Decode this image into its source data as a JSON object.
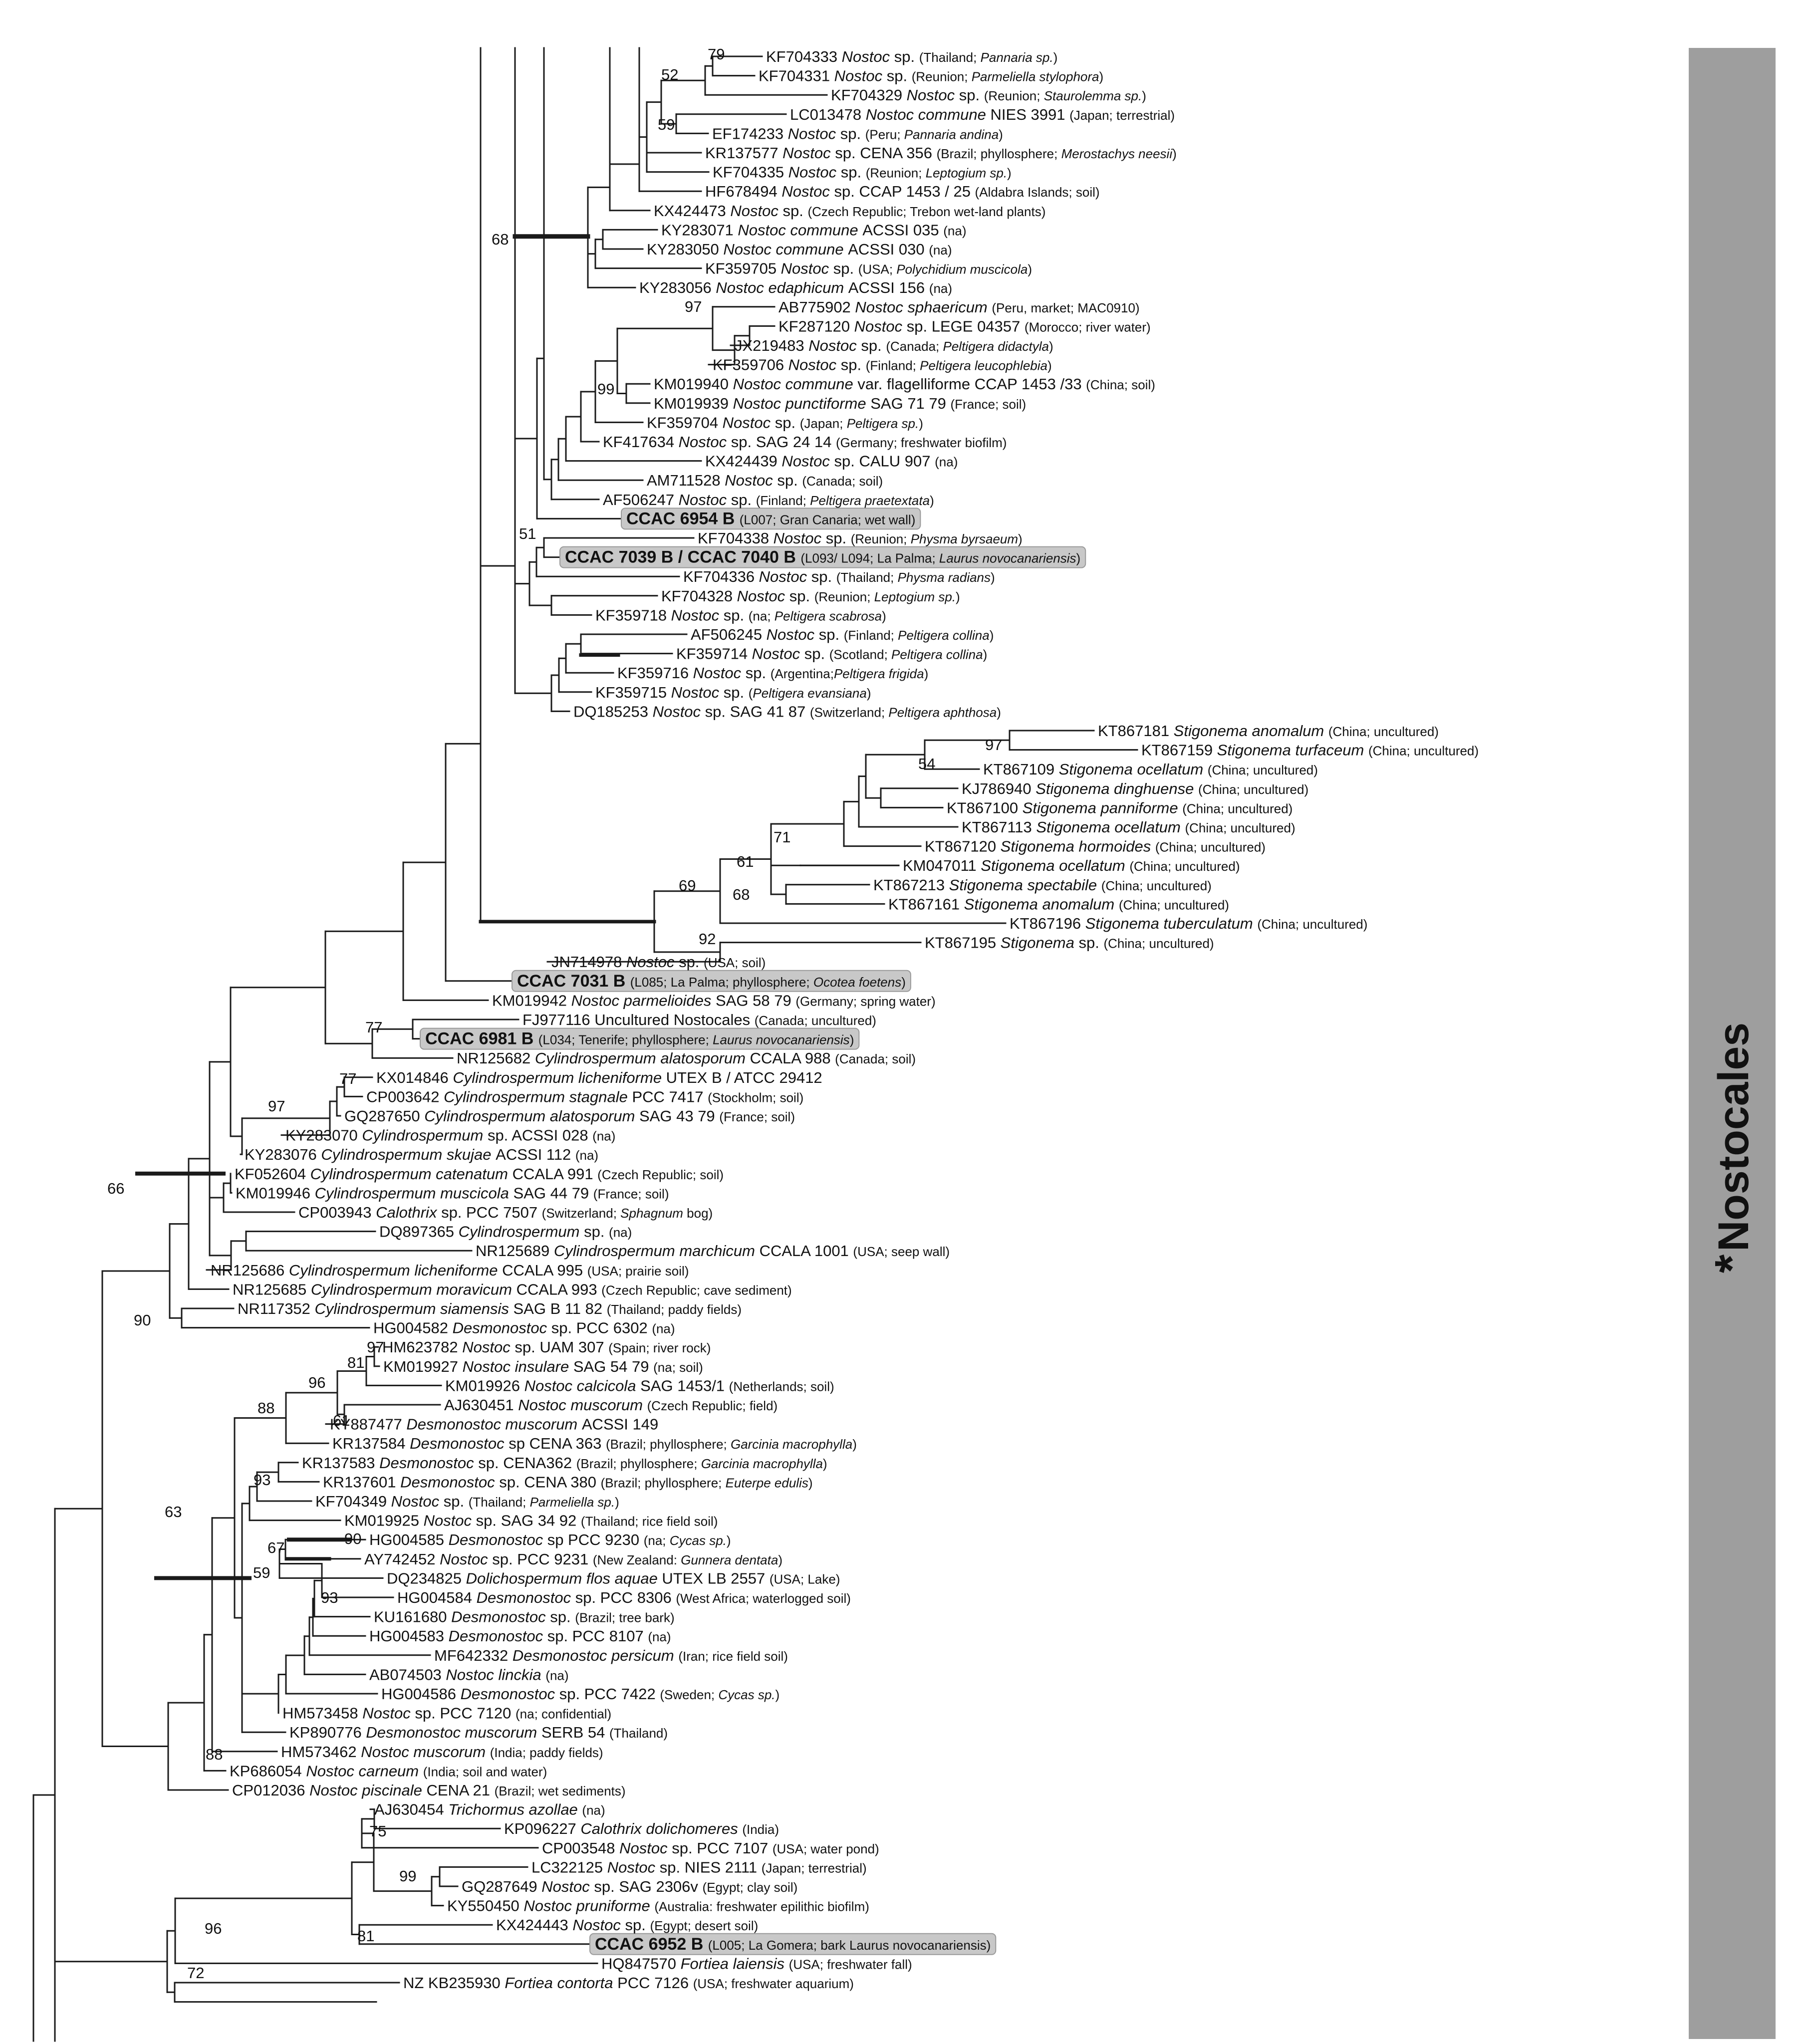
{
  "clade": {
    "marker": "*",
    "label": "Nostocales"
  },
  "tree": {
    "leaves": [
      {
        "acc": "KF704333",
        "genus": "Nostoc",
        "epithet": "sp.",
        "loc": "(Thailand; ",
        "host": "Pannaria sp.",
        "close": ")"
      },
      {
        "acc": "KF704331",
        "genus": "Nostoc",
        "epithet": "sp.",
        "loc": "(Reunion; ",
        "host": "Parmeliella stylophora",
        "close": ")"
      },
      {
        "acc": "KF704329",
        "genus": "Nostoc",
        "epithet": "sp.",
        "loc": "(Reunion; ",
        "host": "Staurolemma sp.",
        "close": ")"
      },
      {
        "acc": "LC013478",
        "genus": "Nostoc commune",
        "epithet": "NIES 3991",
        "loc": "(Japan; terrestrial)",
        "host": "",
        "close": ""
      },
      {
        "acc": "EF174233",
        "genus": "Nostoc",
        "epithet": "sp.",
        "loc": "(Peru; ",
        "host": "Pannaria andina",
        "close": ")"
      },
      {
        "acc": "KR137577",
        "genus": "Nostoc",
        "epithet": "sp. CENA 356",
        "loc": "(Brazil; phyllosphere; ",
        "host": "Merostachys neesii",
        "close": ")"
      },
      {
        "acc": "KF704335",
        "genus": "Nostoc",
        "epithet": "sp.",
        "loc": "(Reunion; ",
        "host": "Leptogium sp.",
        "close": ")"
      },
      {
        "acc": "HF678494",
        "genus": "Nostoc",
        "epithet": "sp. CCAP 1453 / 25",
        "loc": "(Aldabra Islands; soil)",
        "host": "",
        "close": ""
      },
      {
        "acc": "KX424473",
        "genus": "Nostoc",
        "epithet": "sp.",
        "loc": "(Czech Republic; Trebon wet-land plants)",
        "host": "",
        "close": ""
      },
      {
        "acc": "KY283071",
        "genus": "Nostoc commune",
        "epithet": "ACSSI 035",
        "loc": "(na)",
        "host": "",
        "close": ""
      },
      {
        "acc": "KY283050",
        "genus": "Nostoc commune",
        "epithet": "ACSSI 030",
        "loc": "(na)",
        "host": "",
        "close": ""
      },
      {
        "acc": "KF359705",
        "genus": "Nostoc",
        "epithet": "sp.",
        "loc": "(USA; ",
        "host": "Polychidium muscicola",
        "close": ")"
      },
      {
        "acc": "KY283056",
        "genus": "Nostoc edaphicum",
        "epithet": "ACSSI 156",
        "loc": "(na)",
        "host": "",
        "close": ""
      },
      {
        "acc": "AB775902",
        "genus": "Nostoc sphaericum",
        "epithet": "",
        "loc": "(Peru, market; MAC0910)",
        "host": "",
        "close": ""
      },
      {
        "acc": "KF287120",
        "genus": "Nostoc",
        "epithet": "sp. LEGE 04357",
        "loc": "(Morocco; river water)",
        "host": "",
        "close": ""
      },
      {
        "acc": "JX219483",
        "genus": "Nostoc",
        "epithet": "sp.",
        "loc": "(Canada; ",
        "host": "Peltigera didactyla",
        "close": ")"
      },
      {
        "acc": "KF359706",
        "genus": "Nostoc",
        "epithet": "sp.",
        "loc": "(Finland; ",
        "host": "Peltigera leucophlebia",
        "close": ")"
      },
      {
        "acc": "KM019940",
        "genus": "Nostoc commune",
        "epithet": "var. flagelliforme CCAP 1453 /33",
        "loc": "(China; soil)",
        "host": "",
        "close": ""
      },
      {
        "acc": "KM019939",
        "genus": "Nostoc punctiforme",
        "epithet": "SAG 71 79",
        "loc": "(France; soil)",
        "host": "",
        "close": ""
      },
      {
        "acc": "KF359704",
        "genus": "Nostoc",
        "epithet": "sp.",
        "loc": "(Japan; ",
        "host": "Peltigera sp.",
        "close": ")"
      },
      {
        "acc": "KF417634",
        "genus": "Nostoc",
        "epithet": "sp. SAG 24 14",
        "loc": "(Germany; freshwater biofilm)",
        "host": "",
        "close": ""
      },
      {
        "acc": "KX424439",
        "genus": "Nostoc",
        "epithet": "sp. CALU 907",
        "loc": "(na)",
        "host": "",
        "close": ""
      },
      {
        "acc": "AM711528",
        "genus": "Nostoc",
        "epithet": "sp.",
        "loc": "(Canada; soil)",
        "host": "",
        "close": ""
      },
      {
        "acc": "AF506247",
        "genus": "Nostoc",
        "epithet": "sp.",
        "loc": "(Finland; ",
        "host": "Peltigera praetextata",
        "close": ")"
      },
      {
        "hl": "CCAC 6954 B",
        "loc": "(L007; Gran Canaria; wet wall)"
      },
      {
        "acc": "KF704338",
        "genus": "Nostoc",
        "epithet": "sp.",
        "loc": "(Reunion; ",
        "host": "Physma byrsaeum",
        "close": ")"
      },
      {
        "hl": "CCAC 7039 B / CCAC 7040 B",
        "loc": "(L093/ L094; La Palma; ",
        "host": "Laurus novocanariensis",
        "close": ")"
      },
      {
        "acc": "KF704336",
        "genus": "Nostoc",
        "epithet": "sp.",
        "loc": "(Thailand; ",
        "host": "Physma radians",
        "close": ")"
      },
      {
        "acc": "KF704328",
        "genus": "Nostoc",
        "epithet": "sp.",
        "loc": "(Reunion; ",
        "host": "Leptogium sp.",
        "close": ")"
      },
      {
        "acc": "KF359718",
        "genus": "Nostoc",
        "epithet": "sp.",
        "loc": "(na; ",
        "host": "Peltigera scabrosa",
        "close": ")"
      },
      {
        "acc": "AF506245",
        "genus": "Nostoc",
        "epithet": "sp.",
        "loc": "(Finland; ",
        "host": "Peltigera collina",
        "close": ")"
      },
      {
        "acc": "KF359714",
        "genus": "Nostoc",
        "epithet": "sp.",
        "loc": "(Scotland; ",
        "host": "Peltigera collina",
        "close": ")"
      },
      {
        "acc": "KF359716",
        "genus": "Nostoc",
        "epithet": "sp.",
        "loc": "(Argentina;",
        "host": "Peltigera frigida",
        "close": ")"
      },
      {
        "acc": "KF359715",
        "genus": "Nostoc",
        "epithet": "sp.",
        "loc": "(",
        "host": "Peltigera evansiana",
        "close": ")"
      },
      {
        "acc": "DQ185253",
        "genus": "Nostoc",
        "epithet": "sp. SAG 41 87",
        "loc": "(Switzerland; ",
        "host": "Peltigera aphthosa",
        "close": ")"
      },
      {
        "acc": "KT867181",
        "genus": "Stigonema anomalum",
        "epithet": "",
        "loc": "(China; uncultured)",
        "host": "",
        "close": ""
      },
      {
        "acc": "KT867159",
        "genus": "Stigonema turfaceum",
        "epithet": "",
        "loc": "(China; uncultured)",
        "host": "",
        "close": ""
      },
      {
        "acc": "KT867109",
        "genus": "Stigonema ocellatum",
        "epithet": "",
        "loc": "(China; uncultured)",
        "host": "",
        "close": ""
      },
      {
        "acc": "KJ786940",
        "genus": "Stigonema dinghuense",
        "epithet": "",
        "loc": "(China; uncultured)",
        "host": "",
        "close": ""
      },
      {
        "acc": "KT867100",
        "genus": "Stigonema panniforme",
        "epithet": "",
        "loc": "(China; uncultured)",
        "host": "",
        "close": ""
      },
      {
        "acc": "KT867113",
        "genus": "Stigonema ocellatum",
        "epithet": "",
        "loc": "(China; uncultured)",
        "host": "",
        "close": ""
      },
      {
        "acc": "KT867120",
        "genus": "Stigonema hormoides",
        "epithet": "",
        "loc": "(China; uncultured)",
        "host": "",
        "close": ""
      },
      {
        "acc": "KM047011",
        "genus": "Stigonema ocellatum",
        "epithet": "",
        "loc": "(China; uncultured)",
        "host": "",
        "close": ""
      },
      {
        "acc": "KT867213",
        "genus": "Stigonema spectabile",
        "epithet": "",
        "loc": "(China; uncultured)",
        "host": "",
        "close": ""
      },
      {
        "acc": "KT867161",
        "genus": "Stigonema anomalum",
        "epithet": "",
        "loc": "(China; uncultured)",
        "host": "",
        "close": ""
      },
      {
        "acc": "KT867196",
        "genus": "Stigonema tuberculatum",
        "epithet": "",
        "loc": "(China; uncultured)",
        "host": "",
        "close": ""
      },
      {
        "acc": "KT867195",
        "genus": "Stigonema",
        "epithet": "sp.",
        "loc": "(China; uncultured)",
        "host": "",
        "close": ""
      },
      {
        "acc": "JN714978",
        "genus": "Nostoc",
        "epithet": "sp.",
        "loc": "(USA; soil)",
        "host": "",
        "close": ""
      },
      {
        "hl": "CCAC 7031 B",
        "loc": "(L085; La Palma; phyllosphere; ",
        "host": "Ocotea foetens",
        "close": ")"
      },
      {
        "acc": "KM019942",
        "genus": "Nostoc parmelioides",
        "epithet": "SAG 58 79",
        "loc": "(Germany; spring water)",
        "host": "",
        "close": ""
      },
      {
        "acc": "FJ977116",
        "genus": "",
        "epithet": "Uncultured Nostocales",
        "loc": "(Canada; uncultured)",
        "host": "",
        "close": ""
      },
      {
        "hl": "CCAC 6981 B",
        "loc": "(L034; Tenerife; phyllosphere; ",
        "host": "Laurus novocanariensis",
        "close": ")"
      },
      {
        "acc": "NR125682",
        "genus": "Cylindrospermum alatosporum",
        "epithet": "CCALA 988",
        "loc": "(Canada; soil)",
        "host": "",
        "close": ""
      },
      {
        "acc": "KX014846",
        "genus": "Cylindrospermum licheniforme",
        "epithet": "UTEX B / ATCC 29412",
        "loc": "",
        "host": "",
        "close": ""
      },
      {
        "acc": "CP003642",
        "genus": "Cylindrospermum stagnale",
        "epithet": "PCC 7417",
        "loc": "(Stockholm; soil)",
        "host": "",
        "close": ""
      },
      {
        "acc": "GQ287650",
        "genus": "Cylindrospermum alatosporum",
        "epithet": "SAG 43 79",
        "loc": "(France; soil)",
        "host": "",
        "close": ""
      },
      {
        "acc": "KY283070",
        "genus": "Cylindrospermum",
        "epithet": "sp. ACSSI 028",
        "loc": "(na)",
        "host": "",
        "close": ""
      },
      {
        "acc": "KY283076",
        "genus": "Cylindrospermum skujae",
        "epithet": "ACSSI 112",
        "loc": "(na)",
        "host": "",
        "close": ""
      },
      {
        "acc": "KF052604",
        "genus": "Cylindrospermum catenatum",
        "epithet": "CCALA 991",
        "loc": "(Czech Republic; soil)",
        "host": "",
        "close": ""
      },
      {
        "acc": "KM019946",
        "genus": "Cylindrospermum muscicola",
        "epithet": "SAG 44 79",
        "loc": "(France; soil)",
        "host": "",
        "close": ""
      },
      {
        "acc": "CP003943",
        "genus": "Calothrix",
        "epithet": "sp. PCC 7507",
        "loc": "(Switzerland; ",
        "host": "Sphagnum",
        "close": " bog)"
      },
      {
        "acc": "DQ897365",
        "genus": "Cylindrospermum",
        "epithet": "sp.",
        "loc": "(na)",
        "host": "",
        "close": ""
      },
      {
        "acc": "NR125689",
        "genus": "Cylindrospermum marchicum",
        "epithet": "CCALA 1001",
        "loc": "(USA; seep wall)",
        "host": "",
        "close": ""
      },
      {
        "acc": "NR125686",
        "genus": "Cylindrospermum licheniforme",
        "epithet": "CCALA 995",
        "loc": "(USA; prairie soil)",
        "host": "",
        "close": ""
      },
      {
        "acc": "NR125685",
        "genus": "Cylindrospermum moravicum",
        "epithet": "CCALA 993",
        "loc": "(Czech Republic; cave sediment)",
        "host": "",
        "close": ""
      },
      {
        "acc": "NR117352",
        "genus": "Cylindrospermum siamensis",
        "epithet": "SAG B 11 82",
        "loc": "(Thailand; paddy fields)",
        "host": "",
        "close": ""
      },
      {
        "acc": "HG004582",
        "genus": "Desmonostoc",
        "epithet": "sp. PCC 6302",
        "loc": "(na)",
        "host": "",
        "close": ""
      },
      {
        "acc": "HM623782",
        "genus": "Nostoc",
        "epithet": "sp. UAM 307",
        "loc": "(Spain; river rock)",
        "host": "",
        "close": ""
      },
      {
        "acc": "KM019927",
        "genus": "Nostoc insulare",
        "epithet": "SAG 54 79",
        "loc": "(na; soil)",
        "host": "",
        "close": ""
      },
      {
        "acc": "KM019926",
        "genus": "Nostoc calcicola",
        "epithet": "SAG 1453/1",
        "loc": "(Netherlands; soil)",
        "host": "",
        "close": ""
      },
      {
        "acc": "AJ630451",
        "genus": "Nostoc muscorum",
        "epithet": "",
        "loc": "(Czech Republic; field)",
        "host": "",
        "close": ""
      },
      {
        "acc": "KY887477",
        "genus": "Desmonostoc muscorum",
        "epithet": "ACSSI 149",
        "loc": "",
        "host": "",
        "close": ""
      },
      {
        "acc": "KR137584",
        "genus": "Desmonostoc",
        "epithet": "sp CENA 363",
        "loc": "(Brazil; phyllosphere; ",
        "host": "Garcinia macrophylla",
        "close": ")"
      },
      {
        "acc": "KR137583",
        "genus": "Desmonostoc",
        "epithet": "sp. CENA362",
        "loc": "(Brazil; phyllosphere; ",
        "host": "Garcinia macrophylla",
        "close": ")"
      },
      {
        "acc": "KR137601",
        "genus": "Desmonostoc",
        "epithet": "sp. CENA 380",
        "loc": "(Brazil; phyllosphere; ",
        "host": "Euterpe edulis",
        "close": ")"
      },
      {
        "acc": "KF704349",
        "genus": "Nostoc",
        "epithet": "sp.",
        "loc": "(Thailand; ",
        "host": "Parmeliella sp.",
        "close": ")"
      },
      {
        "acc": "KM019925",
        "genus": "Nostoc",
        "epithet": "sp. SAG 34 92",
        "loc": "(Thailand; rice field soil)",
        "host": "",
        "close": ""
      },
      {
        "acc": "HG004585",
        "genus": "Desmonostoc",
        "epithet": "sp PCC 9230",
        "loc": "(na; ",
        "host": "Cycas sp.",
        "close": ")"
      },
      {
        "acc": "AY742452",
        "genus": "Nostoc",
        "epithet": "sp. PCC 9231",
        "loc": "(New Zealand: ",
        "host": "Gunnera dentata",
        "close": ")"
      },
      {
        "acc": "DQ234825",
        "genus": "Dolichospermum flos aquae",
        "epithet": "UTEX LB 2557",
        "loc": "(USA; Lake)",
        "host": "",
        "close": ""
      },
      {
        "acc": "HG004584",
        "genus": "Desmonostoc",
        "epithet": "sp. PCC 8306",
        "loc": "(West Africa; waterlogged soil)",
        "host": "",
        "close": ""
      },
      {
        "acc": "KU161680",
        "genus": "Desmonostoc",
        "epithet": "sp.",
        "loc": "(Brazil; tree bark)",
        "host": "",
        "close": ""
      },
      {
        "acc": "HG004583",
        "genus": "Desmonostoc",
        "epithet": "sp. PCC 8107",
        "loc": "(na)",
        "host": "",
        "close": ""
      },
      {
        "acc": "MF642332",
        "genus": "Desmonostoc persicum",
        "epithet": "",
        "loc": "(Iran; rice field soil)",
        "host": "",
        "close": ""
      },
      {
        "acc": "AB074503",
        "genus": "Nostoc linckia",
        "epithet": "",
        "loc": "(na)",
        "host": "",
        "close": ""
      },
      {
        "acc": "HG004586",
        "genus": "Desmonostoc",
        "epithet": "sp. PCC 7422",
        "loc": "(Sweden; ",
        "host": "Cycas sp.",
        "close": ")"
      },
      {
        "acc": "HM573458",
        "genus": "Nostoc",
        "epithet": "sp. PCC 7120",
        "loc": "(na; confidential)",
        "host": "",
        "close": ""
      },
      {
        "acc": "KP890776",
        "genus": "Desmonostoc muscorum",
        "epithet": "SERB 54",
        "loc": "(Thailand)",
        "host": "",
        "close": ""
      },
      {
        "acc": "HM573462",
        "genus": "Nostoc muscorum",
        "epithet": "",
        "loc": "(India; paddy fields)",
        "host": "",
        "close": ""
      },
      {
        "acc": "KP686054",
        "genus": "Nostoc carneum",
        "epithet": "",
        "loc": "(India; soil and water)",
        "host": "",
        "close": ""
      },
      {
        "acc": "CP012036",
        "genus": "Nostoc piscinale",
        "epithet": "CENA 21",
        "loc": "(Brazil; wet sediments)",
        "host": "",
        "close": ""
      },
      {
        "acc": "AJ630454",
        "genus": "Trichormus azollae",
        "epithet": "",
        "loc": "(na)",
        "host": "",
        "close": ""
      },
      {
        "acc": "KP096227",
        "genus": "Calothrix dolichomeres",
        "epithet": "",
        "loc": "(India)",
        "host": "",
        "close": ""
      },
      {
        "acc": "CP003548",
        "genus": "Nostoc",
        "epithet": "sp. PCC 7107",
        "loc": "(USA; water pond)",
        "host": "",
        "close": ""
      },
      {
        "acc": "LC322125",
        "genus": "Nostoc",
        "epithet": "sp. NIES 2111",
        "loc": "(Japan; terrestrial)",
        "host": "",
        "close": ""
      },
      {
        "acc": "GQ287649",
        "genus": "Nostoc",
        "epithet": "sp. SAG 2306v",
        "loc": "(Egypt; clay soil)",
        "host": "",
        "close": ""
      },
      {
        "acc": "KY550450",
        "genus": "Nostoc pruniforme",
        "epithet": "",
        "loc": "(Australia: freshwater epilithic biofilm)",
        "host": "",
        "close": ""
      },
      {
        "acc": "KX424443",
        "genus": "Nostoc",
        "epithet": "sp.",
        "loc": "(Egypt; desert soil)",
        "host": "",
        "close": ""
      },
      {
        "hl": "CCAC 6952 B",
        "loc": "(L005; La Gomera; bark Laurus novocanariensis)"
      },
      {
        "acc": "HQ847570",
        "genus": "Fortiea laiensis",
        "epithet": "",
        "loc": "(USA; freshwater fall)",
        "host": "",
        "close": ""
      },
      {
        "acc": "NZ KB235930",
        "genus": "Fortiea contorta",
        "epithet": "PCC 7126",
        "loc": "(USA; freshwater aquarium)",
        "host": "",
        "close": ""
      }
    ],
    "bootstrap": [
      "79",
      "52",
      "59",
      "68",
      "97",
      "99",
      "51",
      "54",
      "97",
      "71",
      "61",
      "69",
      "68",
      "92",
      "77",
      "77",
      "97",
      "66",
      "90",
      "81",
      "97",
      "96",
      "61",
      "88",
      "93",
      "63",
      "67",
      "90",
      "59",
      "93",
      "88",
      "75",
      "99",
      "96",
      "81",
      "72"
    ]
  }
}
